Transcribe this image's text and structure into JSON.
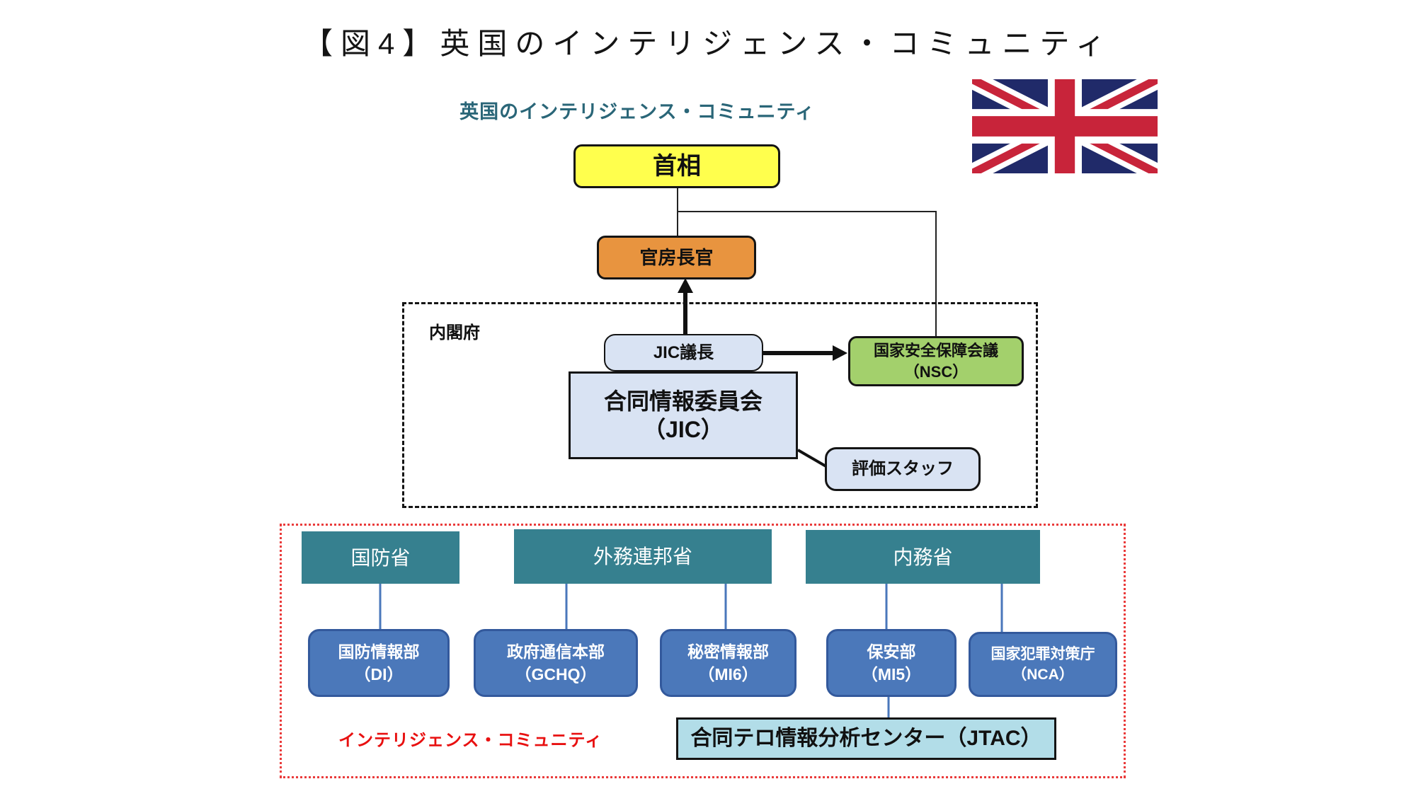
{
  "title": "【図4】英国のインテリジェンス・コミュニティ",
  "diagram": {
    "subtitle": "英国のインテリジェンス・コミュニティ",
    "top": {
      "prime_minister": "首相",
      "chief_cabinet_secretary": "官房長官"
    },
    "cabinet_office": {
      "label": "内閣府",
      "jic_chair": "JIC議長",
      "jic": {
        "line1": "合同情報委員会",
        "line2": "（JIC）"
      },
      "nsc": {
        "line1": "国家安全保障会議",
        "line2": "（NSC）"
      },
      "assessment_staff": "評価スタッフ"
    },
    "intelligence_community": {
      "label": "インテリジェンス・コミュニティ",
      "ministries": {
        "defence": "国防省",
        "foreign": "外務連邦省",
        "home": "内務省"
      },
      "agencies": {
        "di": {
          "line1": "国防情報部",
          "line2": "（DI）"
        },
        "gchq": {
          "line1": "政府通信本部",
          "line2": "（GCHQ）"
        },
        "mi6": {
          "line1": "秘密情報部",
          "line2": "（MI6）"
        },
        "mi5": {
          "line1": "保安部",
          "line2": "（MI5）"
        },
        "nca": {
          "line1": "国家犯罪対策庁",
          "line2": "（NCA）"
        }
      },
      "jtac": "合同テロ情報分析センター（JTAC）"
    },
    "colors": {
      "prime_minister_bg": "#ffff4d",
      "chief_cabinet_secretary_bg": "#e8943f",
      "committee_bg": "#d9e3f3",
      "nsc_bg": "#a3d06c",
      "ministry_bg": "#36808f",
      "agency_bg": "#4b78ba",
      "jtac_bg": "#b2dde8",
      "subtitle_color": "#2a6678",
      "ic_border": "#ea3b3b",
      "ic_label_color": "#e81010",
      "flag_navy": "#202a69",
      "flag_red": "#c8243a"
    }
  }
}
